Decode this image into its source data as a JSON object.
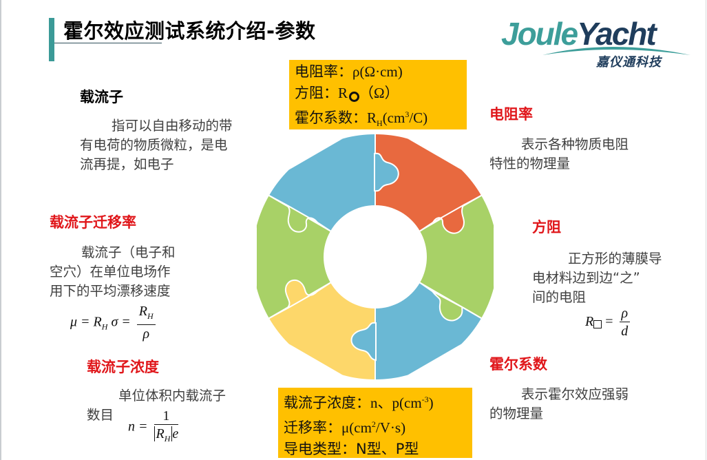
{
  "slide": {
    "title": "霍尔效应测试系统介绍-参数",
    "accent_color": "#3b9a97"
  },
  "logo": {
    "brand_part1": "Joule",
    "brand_part2": "Yacht",
    "subtitle": "嘉仪通科技",
    "colors": {
      "joule": "#3d9e9a",
      "yacht": "#1f3d5c"
    }
  },
  "top_box": {
    "background": "#ffc000",
    "lines": [
      {
        "label": "电阻率：",
        "value": "ρ(Ω·cm)"
      },
      {
        "label": "方阻：",
        "value_prefix": "R",
        "value_suffix": "（Ω）"
      },
      {
        "label": "霍尔系数：",
        "value_prefix": "R",
        "value_sub": "H",
        "value_mid": "(cm",
        "value_sup": "3",
        "value_suffix": "/C)"
      }
    ]
  },
  "bottom_box": {
    "background": "#ffc000",
    "lines": [
      {
        "label": "载流子浓度：",
        "value": "n、p(cm",
        "value_sup": "-3",
        "value_suffix": ")"
      },
      {
        "label": "迁移率：",
        "value": "μ(cm",
        "value_sup": "2",
        "value_suffix": "/V·s)"
      },
      {
        "label": "导电类型：",
        "value": "N型、P型"
      }
    ]
  },
  "left_sections": [
    {
      "heading": "载流子",
      "heading_color": "#000000",
      "lines": [
        "指可以自由移动的带",
        "有电荷的物质微粒，是电",
        "流再提，如电子"
      ]
    },
    {
      "heading": "载流子迁移率",
      "heading_color": "#e0161a",
      "lines": [
        "载流子（电子和",
        "空穴）在单位电场作",
        "用下的平均漂移速度"
      ],
      "formula": {
        "lhs": "μ = R",
        "lhs_sub": "H",
        "mid": "σ =",
        "num": "R",
        "num_sub": "H",
        "den": "ρ"
      }
    },
    {
      "heading": "载流子浓度",
      "heading_color": "#e0161a",
      "lines": [
        "单位体积内载流子",
        "数目"
      ],
      "formula": {
        "lhs": "n =",
        "num": "1",
        "den_r": "R",
        "den_sub": "H",
        "den_e": "e"
      }
    }
  ],
  "right_sections": [
    {
      "heading": "电阻率",
      "heading_color": "#e0161a",
      "lines": [
        "表示各种物质电阻",
        "特性的物理量"
      ]
    },
    {
      "heading": "方阻",
      "heading_color": "#e0161a",
      "lines": [
        "正方形的薄膜导",
        "电材料边到边“之”",
        "间的电阻"
      ],
      "formula": {
        "lhs": "R",
        "eq": "=",
        "num": "ρ",
        "den": "d"
      }
    },
    {
      "heading": "霍尔系数",
      "heading_color": "#e0161a",
      "lines": [
        "表示霍尔效应强弱",
        "的物理量"
      ]
    }
  ],
  "puzzle_ring": {
    "pieces": [
      {
        "position": "top-right",
        "color": "#e8693f"
      },
      {
        "position": "right",
        "color": "#a8d167"
      },
      {
        "position": "bottom-right",
        "color": "#6ab8d4"
      },
      {
        "position": "bottom-left",
        "color": "#fdd76a"
      },
      {
        "position": "left",
        "color": "#a8d167"
      },
      {
        "position": "top-left",
        "color": "#6ab8d4"
      }
    ]
  }
}
